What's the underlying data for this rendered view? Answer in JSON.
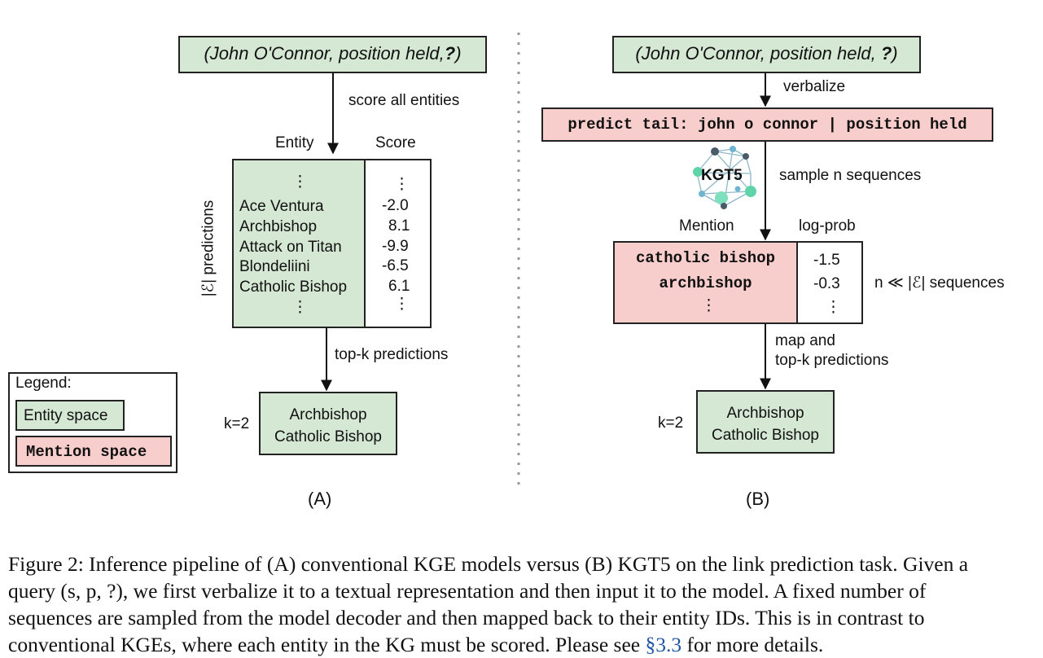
{
  "panel_a": {
    "query": "(John O'Connor, position held,",
    "query_q": "?",
    "query_close": ")",
    "step1": "score all entities",
    "col_entity": "Entity",
    "col_score": "Score",
    "side_label": "|ℰ| predictions",
    "vdots": "⋮",
    "entities": [
      "Ace Ventura",
      "Archbishop",
      "Attack on Titan",
      "Blondeliini",
      "Catholic Bishop"
    ],
    "scores": [
      "-2.0",
      "8.1",
      "-9.9",
      "-6.5",
      "6.1"
    ],
    "step2": "top-k predictions",
    "k_label": "k=2",
    "results": [
      "Archbishop",
      "Catholic Bishop"
    ],
    "panel_label": "(A)"
  },
  "panel_b": {
    "query": "(John O'Connor, position held,",
    "query_q": "?",
    "query_close": ")",
    "step1": "verbalize",
    "verbalized": "predict tail: john o connor | position held",
    "logo_text": "KGT5",
    "step2": "sample n sequences",
    "col_mention": "Mention",
    "col_logprob": "log-prob",
    "mentions": [
      "catholic bishop",
      "archbishop"
    ],
    "logprobs": [
      "-1.5",
      "-0.3"
    ],
    "vdots": "⋮",
    "n_note": "n ≪ |ℰ| sequences",
    "step3_line1": "map and",
    "step3_line2": "top-k  predictions",
    "k_label": "k=2",
    "results": [
      "Archbishop",
      "Catholic Bishop"
    ],
    "panel_label": "(B)"
  },
  "legend": {
    "title": "Legend:",
    "entity_space": "Entity space",
    "mention_space": "Mention space",
    "colors": {
      "entity": "#d5e8d4",
      "mention": "#f8cecc"
    }
  },
  "caption": {
    "lines": [
      "Figure 2: Inference pipeline of (A) conventional KGE models versus (B) KGT5 on the link prediction task. Given a",
      "query (s, p, ?), we first verbalize it to a textual representation and then input it to the model. A fixed number of",
      "sequences are sampled from the model decoder and then mapped back to their entity IDs. This is in contrast to",
      "conventional KGEs, where each entity in the KG must be scored. Please see "
    ],
    "link": "§3.3",
    "tail": " for more details."
  }
}
